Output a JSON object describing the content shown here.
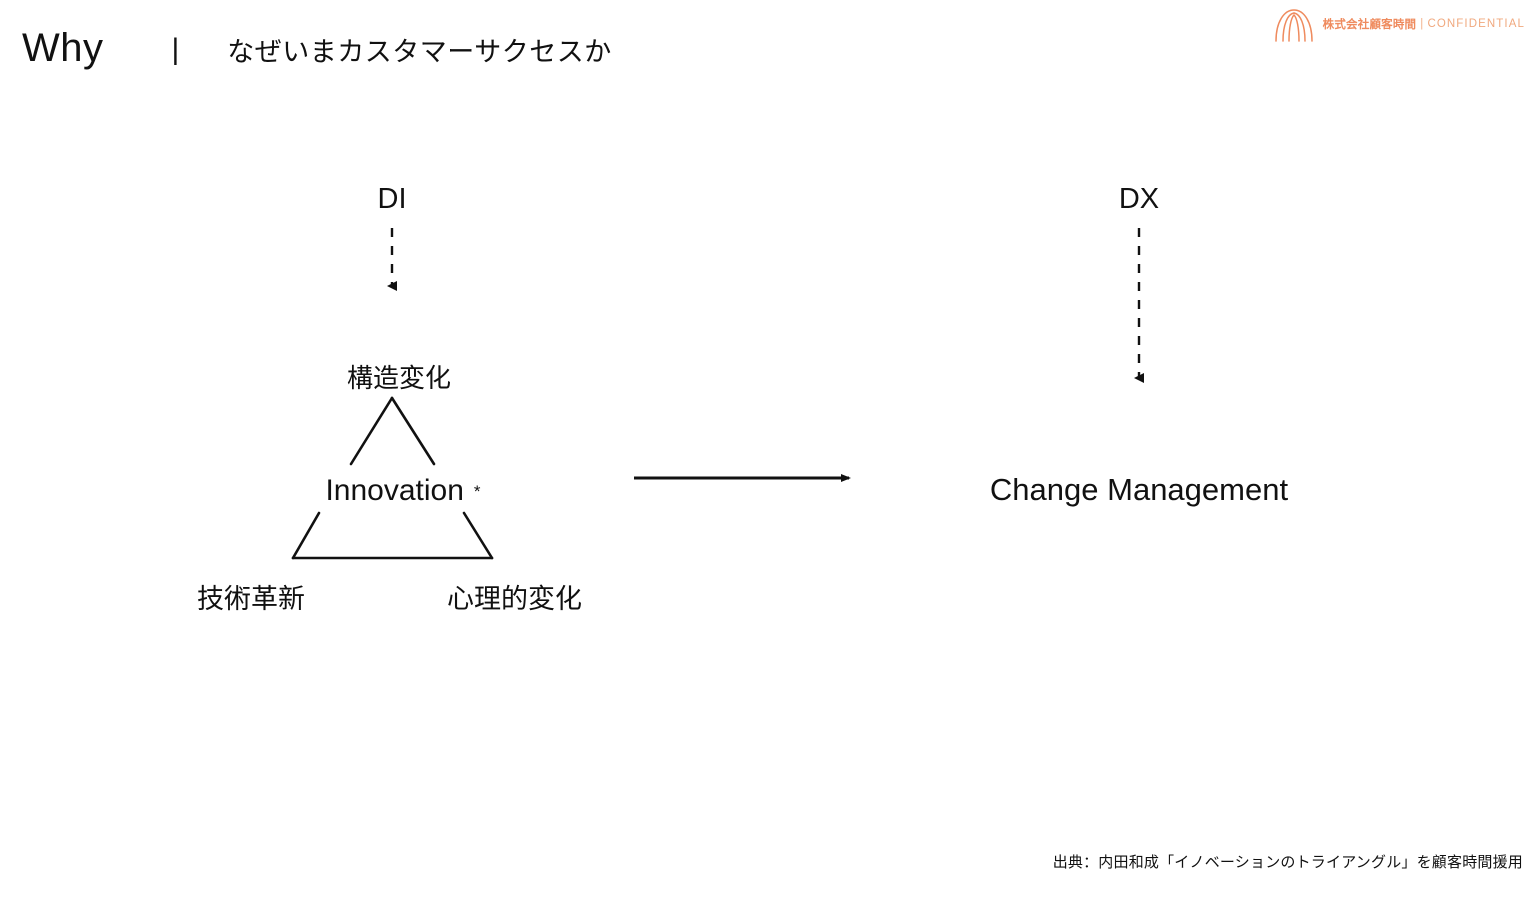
{
  "slide": {
    "title_main": "Why",
    "title_separator": "|",
    "title_sub": "なぜいまカスタマーサクセスか",
    "background_color": "#ffffff",
    "text_color": "#111111"
  },
  "logo": {
    "mark_name": "hands-arch-logo-icon",
    "company": "株式会社顧客時間",
    "pipe": "|",
    "confidential": "CONFIDENTIAL",
    "accent_color": "#ef8b5e",
    "muted_color": "#f0a87e"
  },
  "diagram": {
    "left": {
      "top_label": "DI",
      "arrow": "dashed-down-arrow",
      "triangle": {
        "apex_label": "構造変化",
        "center_label": "Innovation",
        "center_marker": "*",
        "bottom_left_label": "技術革新",
        "bottom_right_label": "心理的変化"
      }
    },
    "connector": {
      "type": "solid-right-arrow"
    },
    "right": {
      "top_label": "DX",
      "arrow": "dashed-down-arrow",
      "result_label": "Change Management"
    }
  },
  "footer": {
    "source": "出典：内田和成「イノベーションのトライアングル」を顧客時間援用"
  }
}
